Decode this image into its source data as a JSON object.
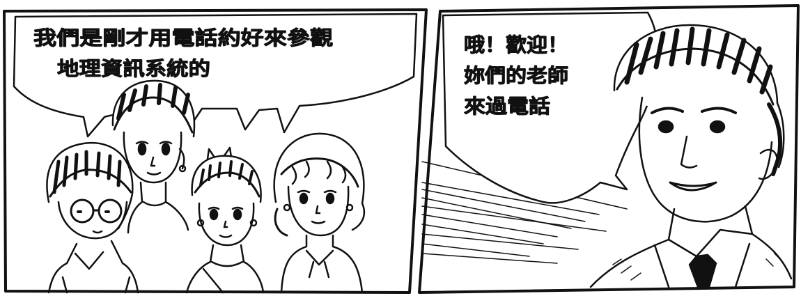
{
  "panels": [
    {
      "id": "left",
      "speech_lines": [
        "我們是剛才用電話約好來參觀",
        "地理資訊系統的"
      ]
    },
    {
      "id": "right",
      "speech_lines": [
        "哦！歡迎！",
        "妳們的老師",
        "來過電話"
      ]
    }
  ],
  "colors": {
    "ink": "#111111",
    "paper": "#ffffff"
  }
}
